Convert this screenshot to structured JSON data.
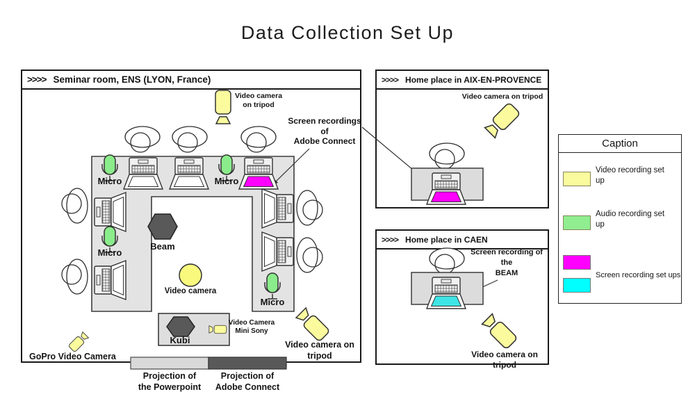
{
  "title": "Data Collection Set Up",
  "seminar": {
    "chevrons": ">>>>",
    "title": "Seminar room, ENS (LYON, France)",
    "labels": {
      "video_camera_tripod_top": "Video camera\non tripod",
      "screen_recordings": "Screen recordings\nof\nAdobe Connect",
      "micro": "Micro",
      "beam": "Beam",
      "video_camera": "Video camera",
      "kubi": "Kubi",
      "mini_sony": "Video Camera\nMini Sony",
      "gopro": "GoPro Video Camera",
      "video_camera_tripod_right": "Video camera on\ntripod",
      "projection_powerpoint": "Projection of\nthe Powerpoint",
      "projection_adobe": "Projection of\nAdobe Connect"
    }
  },
  "aix": {
    "chevrons": ">>>>",
    "title": "Home place in AIX-EN-PROVENCE",
    "labels": {
      "video_camera_tripod": "Video camera on tripod"
    }
  },
  "caen": {
    "chevrons": ">>>>",
    "title": "Home place in CAEN",
    "labels": {
      "screen_recording_beam": "Screen recording of the\nBEAM",
      "video_camera_tripod": "Video camera on tripod"
    }
  },
  "caption": {
    "title": "Caption",
    "items": [
      {
        "label": "Video recording set\nup",
        "color": "#fafa9e"
      },
      {
        "label": "Audio recording set\nup",
        "color": "#90ee90"
      },
      {
        "label": "Screen recording set ups",
        "colors": [
          "#ff00ff",
          "#00ffff"
        ]
      }
    ]
  },
  "colors": {
    "video_yellow": "#fbfb9e",
    "audio_green": "#90ee90",
    "screen_magenta": "#ff00ff",
    "screen_cyan": "#00ffff",
    "table_gray": "#e3e3e3",
    "dark_gray": "#595959"
  }
}
